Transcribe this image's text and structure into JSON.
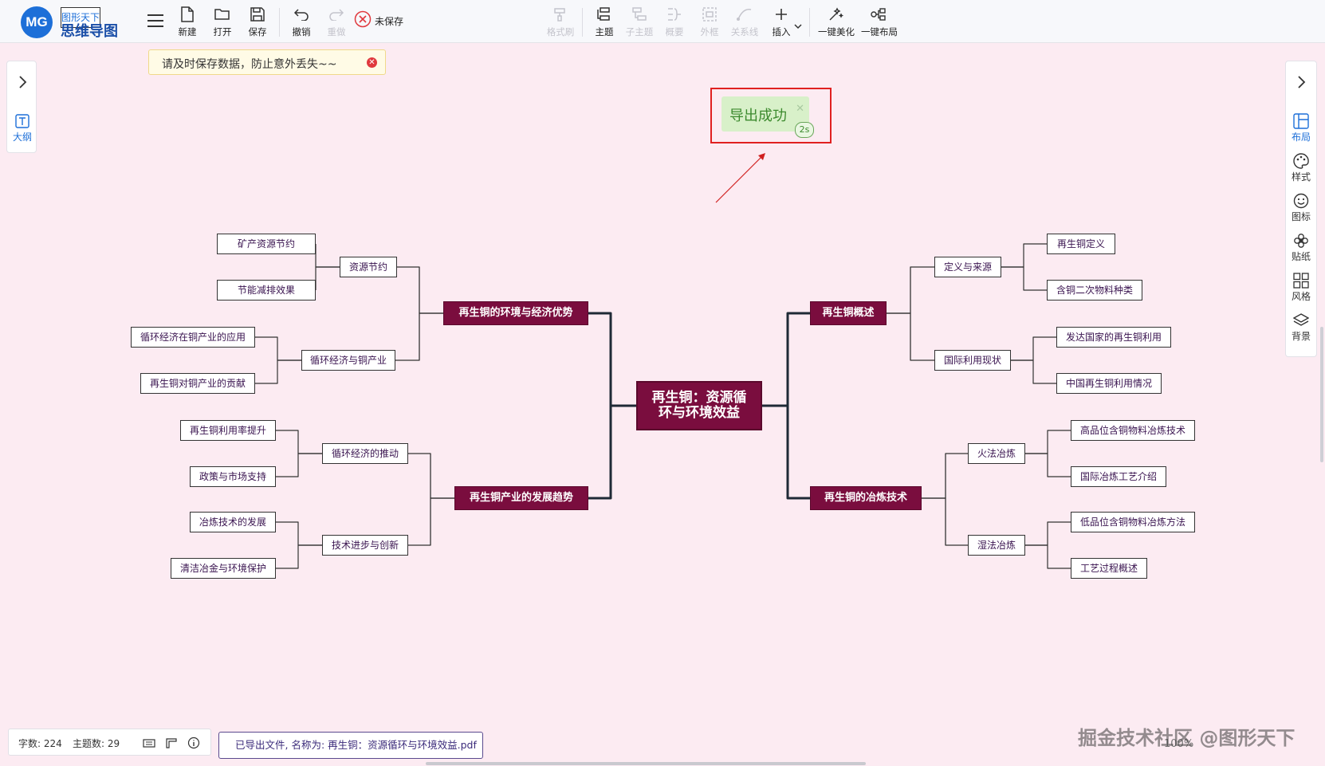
{
  "logo": {
    "mark": "MG",
    "subtitle": "图形天下",
    "title": "思维导图"
  },
  "toolbar": {
    "new": "新建",
    "open": "打开",
    "save": "保存",
    "undo": "撤销",
    "redo": "重做",
    "unsaved": "未保存",
    "format_brush": "格式刷",
    "topic": "主题",
    "subtopic": "子主题",
    "summary": "概要",
    "boundary": "外框",
    "relation": "关系线",
    "insert": "插入",
    "beautify": "一键美化",
    "layout": "一键布局"
  },
  "notice": {
    "text": "请及时保存数据，防止意外丢失~~"
  },
  "left_panel": {
    "outline": "大纲"
  },
  "right_panel": {
    "items": [
      {
        "label": "布局",
        "icon": "layout-icon"
      },
      {
        "label": "样式",
        "icon": "palette-icon"
      },
      {
        "label": "图标",
        "icon": "smiley-icon"
      },
      {
        "label": "贴纸",
        "icon": "flower-icon"
      },
      {
        "label": "风格",
        "icon": "grid-icon"
      },
      {
        "label": "背景",
        "icon": "layers-icon"
      }
    ]
  },
  "toast": {
    "text": "导出成功",
    "countdown": "2s"
  },
  "mindmap": {
    "root": {
      "line1": "再生铜：资源循",
      "line2": "环与环境效益"
    },
    "branches": {
      "env": {
        "label": "再生铜的环境与经济优势",
        "subs": [
          {
            "label": "资源节约",
            "leaves": [
              "矿产资源节约",
              "节能减排效果"
            ]
          },
          {
            "label": "循环经济与铜产业",
            "leaves": [
              "循环经济在铜产业的应用",
              "再生铜对铜产业的贡献"
            ]
          }
        ]
      },
      "trend": {
        "label": "再生铜产业的发展趋势",
        "subs": [
          {
            "label": "循环经济的推动",
            "leaves": [
              "再生铜利用率提升",
              "政策与市场支持"
            ]
          },
          {
            "label": "技术进步与创新",
            "leaves": [
              "冶炼技术的发展",
              "清洁冶金与环境保护"
            ]
          }
        ]
      },
      "overview": {
        "label": "再生铜概述",
        "subs": [
          {
            "label": "定义与来源",
            "leaves": [
              "再生铜定义",
              "含铜二次物料种类"
            ]
          },
          {
            "label": "国际利用现状",
            "leaves": [
              "发达国家的再生铜利用",
              "中国再生铜利用情况"
            ]
          }
        ]
      },
      "smelt": {
        "label": "再生铜的冶炼技术",
        "subs": [
          {
            "label": "火法冶炼",
            "leaves": [
              "高品位含铜物料冶炼技术",
              "国际冶炼工艺介绍"
            ]
          },
          {
            "label": "湿法冶炼",
            "leaves": [
              "低品位含铜物料冶炼方法",
              "工艺过程概述"
            ]
          }
        ]
      }
    }
  },
  "status": {
    "word_count": "字数: 224",
    "topic_count": "主题数: 29"
  },
  "exported_file": "已导出文件, 名称为: 再生铜：资源循环与环境效益.pdf",
  "zoom": "100%",
  "watermark": "掘金技术社区 @图形天下",
  "colors": {
    "node_fill": "#7a0d3e",
    "canvas": "#fcebf2",
    "accent": "#1d6fd8",
    "toast": "#d8f0c9",
    "highlight": "#e02020"
  }
}
